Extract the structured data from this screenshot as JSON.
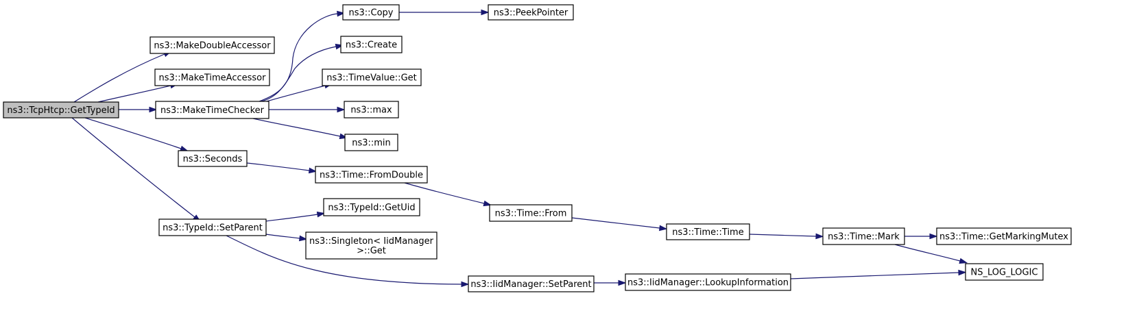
{
  "nodes": [
    {
      "id": "getTypeId",
      "lines": [
        "ns3::TcpHtcp::GetTypeId"
      ],
      "root": true
    },
    {
      "id": "makeDoubleAccessor",
      "lines": [
        "ns3::MakeDoubleAccessor"
      ]
    },
    {
      "id": "makeTimeAccessor",
      "lines": [
        "ns3::MakeTimeAccessor"
      ]
    },
    {
      "id": "makeTimeChecker",
      "lines": [
        "ns3::MakeTimeChecker"
      ]
    },
    {
      "id": "seconds",
      "lines": [
        "ns3::Seconds"
      ]
    },
    {
      "id": "typeIdSetParent",
      "lines": [
        "ns3::TypeId::SetParent"
      ]
    },
    {
      "id": "copy",
      "lines": [
        "ns3::Copy"
      ]
    },
    {
      "id": "create",
      "lines": [
        "ns3::Create"
      ]
    },
    {
      "id": "timeValueGet",
      "lines": [
        "ns3::TimeValue::Get"
      ]
    },
    {
      "id": "max",
      "lines": [
        "ns3::max"
      ]
    },
    {
      "id": "min",
      "lines": [
        "ns3::min"
      ]
    },
    {
      "id": "timeFromDouble",
      "lines": [
        "ns3::Time::FromDouble"
      ]
    },
    {
      "id": "typeIdGetUid",
      "lines": [
        "ns3::TypeId::GetUid"
      ]
    },
    {
      "id": "singletonGet",
      "lines": [
        "ns3::Singleton< IidManager",
        ">::Get"
      ]
    },
    {
      "id": "iidManagerSetParent",
      "lines": [
        "ns3::IidManager::SetParent"
      ]
    },
    {
      "id": "peekPointer",
      "lines": [
        "ns3::PeekPointer"
      ]
    },
    {
      "id": "timeFrom",
      "lines": [
        "ns3::Time::From"
      ]
    },
    {
      "id": "timeTime",
      "lines": [
        "ns3::Time::Time"
      ]
    },
    {
      "id": "lookupInformation",
      "lines": [
        "ns3::IidManager::LookupInformation"
      ]
    },
    {
      "id": "timeMark",
      "lines": [
        "ns3::Time::Mark"
      ]
    },
    {
      "id": "getMarkingMutex",
      "lines": [
        "ns3::Time::GetMarkingMutex"
      ]
    },
    {
      "id": "nsLogLogic",
      "lines": [
        "NS_LOG_LOGIC"
      ]
    }
  ],
  "edges": [
    {
      "from": "getTypeId",
      "to": "makeDoubleAccessor"
    },
    {
      "from": "getTypeId",
      "to": "makeTimeAccessor"
    },
    {
      "from": "getTypeId",
      "to": "makeTimeChecker"
    },
    {
      "from": "getTypeId",
      "to": "seconds"
    },
    {
      "from": "getTypeId",
      "to": "typeIdSetParent"
    },
    {
      "from": "makeTimeChecker",
      "to": "copy"
    },
    {
      "from": "makeTimeChecker",
      "to": "create"
    },
    {
      "from": "makeTimeChecker",
      "to": "timeValueGet"
    },
    {
      "from": "makeTimeChecker",
      "to": "max"
    },
    {
      "from": "makeTimeChecker",
      "to": "min"
    },
    {
      "from": "copy",
      "to": "peekPointer"
    },
    {
      "from": "seconds",
      "to": "timeFromDouble"
    },
    {
      "from": "timeFromDouble",
      "to": "timeFrom"
    },
    {
      "from": "timeFrom",
      "to": "timeTime"
    },
    {
      "from": "timeTime",
      "to": "timeMark"
    },
    {
      "from": "timeMark",
      "to": "getMarkingMutex"
    },
    {
      "from": "timeMark",
      "to": "nsLogLogic"
    },
    {
      "from": "typeIdSetParent",
      "to": "typeIdGetUid"
    },
    {
      "from": "typeIdSetParent",
      "to": "singletonGet"
    },
    {
      "from": "typeIdSetParent",
      "to": "iidManagerSetParent"
    },
    {
      "from": "iidManagerSetParent",
      "to": "lookupInformation"
    },
    {
      "from": "lookupInformation",
      "to": "nsLogLogic"
    }
  ],
  "colors": {
    "edge": "#191970",
    "root_fill": "#bfbfbf",
    "node_fill": "#ffffff",
    "node_border": "#000000"
  }
}
